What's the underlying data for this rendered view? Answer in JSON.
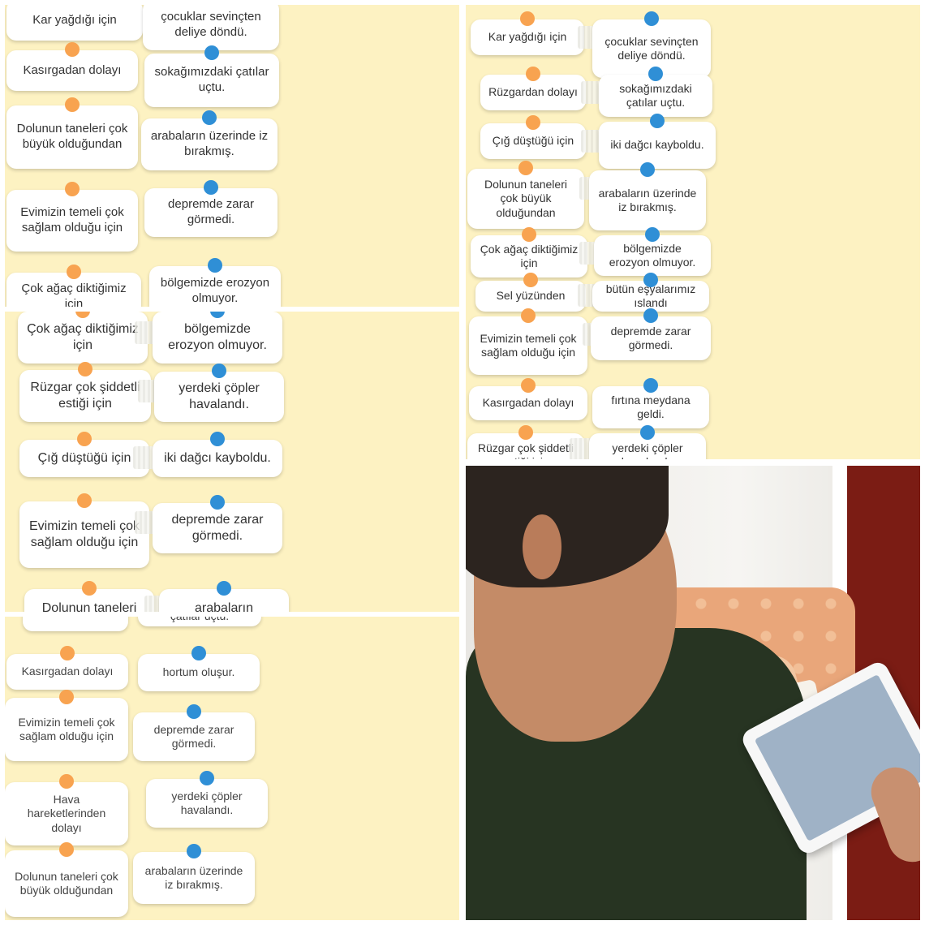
{
  "panel_top_left": {
    "cards": [
      {
        "cause": "Kar yağdığı için",
        "effect": "çocuklar sevinçten deliye döndü."
      },
      {
        "cause": "Kasırgadan dolayı",
        "effect": "sokağımızdaki çatılar uçtu."
      },
      {
        "cause": "Dolunun taneleri çok büyük olduğundan",
        "effect": "arabaların üzerinde iz bırakmış."
      },
      {
        "cause": "Evimizin temeli çok sağlam olduğu için",
        "effect": "depremde zarar görmedi."
      },
      {
        "cause": "Çok ağaç diktiğimiz için",
        "effect": "bölgemizde erozyon olmuyor."
      }
    ]
  },
  "panel_top_right": {
    "cards": [
      {
        "cause": "Kar yağdığı için",
        "effect": "çocuklar sevinçten deliye döndü."
      },
      {
        "cause": "Rüzgardan dolayı",
        "effect": "sokağımızdaki çatılar uçtu."
      },
      {
        "cause": "Çığ düştüğü için",
        "effect": "iki dağcı kayboldu."
      },
      {
        "cause": "Dolunun taneleri çok büyük olduğundan",
        "effect": "arabaların üzerinde iz bırakmış."
      },
      {
        "cause": "Çok ağaç diktiğimiz için",
        "effect": "bölgemizde erozyon olmuyor."
      },
      {
        "cause": "Sel yüzünden",
        "effect": "bütün eşyalarımız ıslandı"
      },
      {
        "cause": "Evimizin temeli çok sağlam olduğu için",
        "effect": "depremde zarar görmedi."
      },
      {
        "cause": "Kasırgadan dolayı",
        "effect": "fırtına meydana geldi."
      },
      {
        "cause": "Rüzgar çok şiddetli estiği için",
        "effect": "yerdeki çöpler havalandı."
      }
    ]
  },
  "panel_middle_left": {
    "cards": [
      {
        "cause": "Çok ağaç diktiğimiz için",
        "effect": "bölgemizde erozyon olmuyor."
      },
      {
        "cause": "Rüzgar çok şiddetli estiği için",
        "effect": "yerdeki çöpler havalandı."
      },
      {
        "cause": "Çığ düştüğü için",
        "effect": "iki dağcı kayboldu."
      },
      {
        "cause": "Evimizin temeli çok sağlam olduğu için",
        "effect": "depremde zarar görmedi."
      },
      {
        "cause": "Dolunun taneleri",
        "effect": "arabaların"
      }
    ]
  },
  "panel_bottom_left": {
    "top_partial": "çatılar uçtu.",
    "cards": [
      {
        "cause": "Kasırgadan dolayı",
        "effect": "hortum oluşur."
      },
      {
        "cause": "Evimizin temeli çok sağlam olduğu için",
        "effect": "depremde zarar görmedi."
      },
      {
        "cause": "Hava hareketlerinden dolayı",
        "effect": "yerdeki çöpler havalandı."
      },
      {
        "cause": "Dolunun taneleri çok büyük olduğundan",
        "effect": "arabaların üzerinde iz bırakmış."
      }
    ]
  },
  "colors": {
    "background": "#fdf2c2",
    "card": "#ffffff",
    "dot_cause": "#f8a350",
    "dot_effect": "#2f8fd6"
  }
}
